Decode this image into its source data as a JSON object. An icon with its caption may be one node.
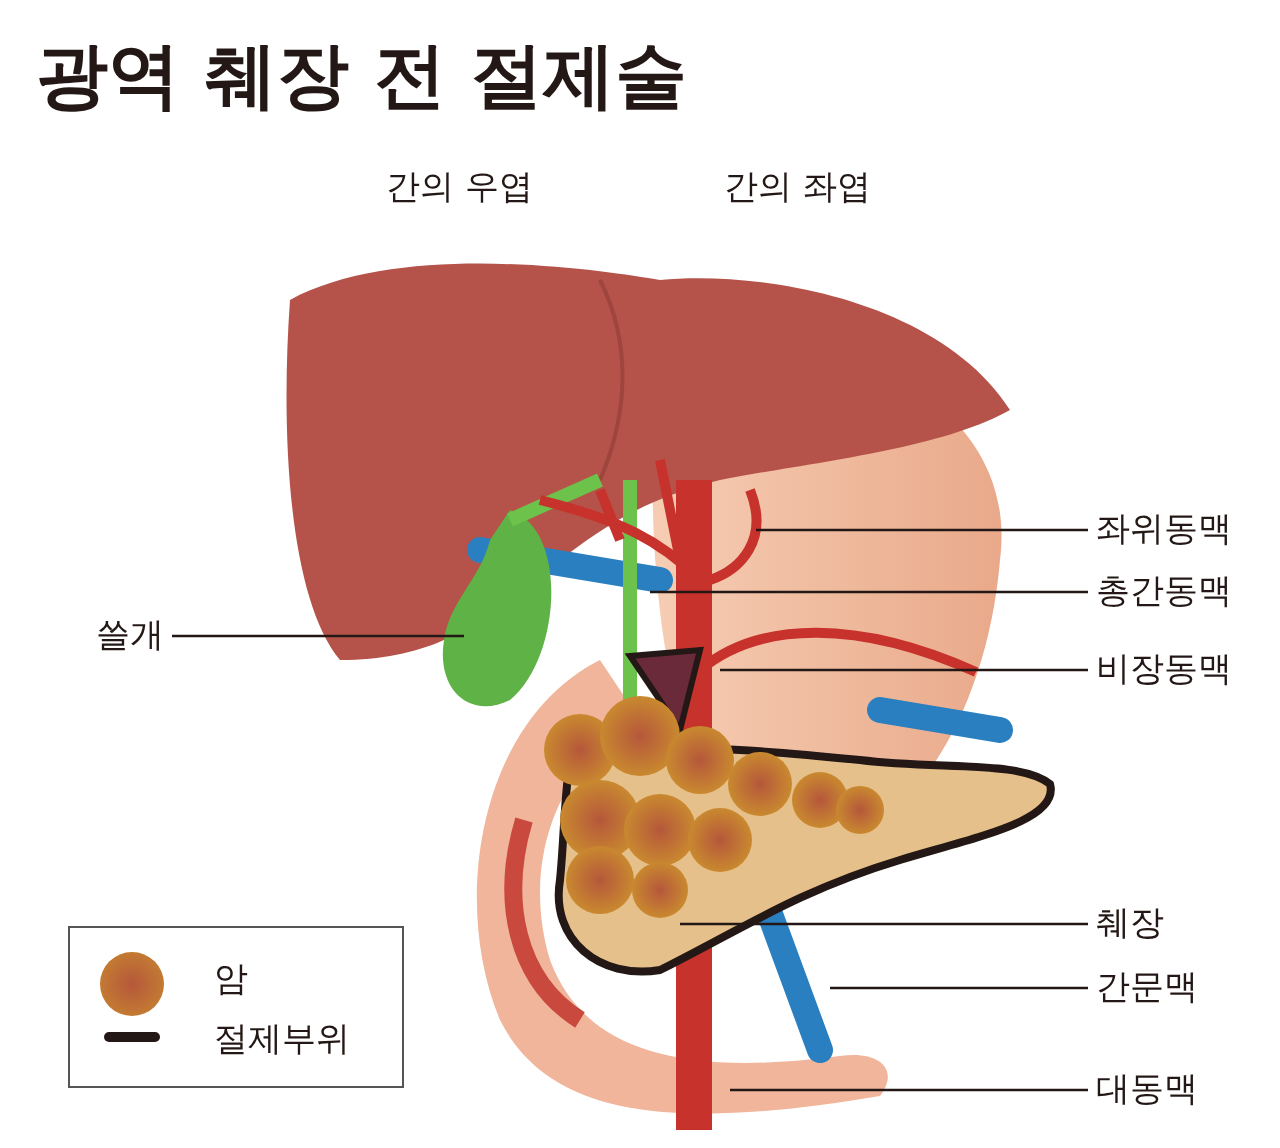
{
  "diagram": {
    "title": "광역 췌장 전 절제술",
    "nodes": [
      {
        "text": [
          "좌위동맥"
        ]
      },
      {
        "text": [
          "총간동맥"
        ]
      },
      {
        "text": [
          "쓸개"
        ]
      },
      {
        "text": [
          "비장동맥"
        ]
      },
      {
        "text": [
          "췌장"
        ]
      },
      {
        "text": [
          "간문맥"
        ]
      },
      {
        "text": [
          "대동맥"
        ]
      }
    ],
    "edges": [
      {
        "from": 0,
        "to": null,
        "arrow": "none"
      },
      {
        "from": 1,
        "to": null,
        "arrow": "none"
      },
      {
        "from": 2,
        "to": null,
        "arrow": "none"
      },
      {
        "from": 3,
        "to": null,
        "arrow": "none"
      },
      {
        "from": 4,
        "to": null,
        "arrow": "none"
      },
      {
        "from": 5,
        "to": null,
        "arrow": "none"
      },
      {
        "from": 6,
        "to": null,
        "arrow": "none"
      }
    ],
    "labels": [
      "간의 우엽",
      "간의 좌엽"
    ],
    "legend": [
      {
        "text": "암"
      },
      {
        "text": "절제부위"
      }
    ]
  }
}
